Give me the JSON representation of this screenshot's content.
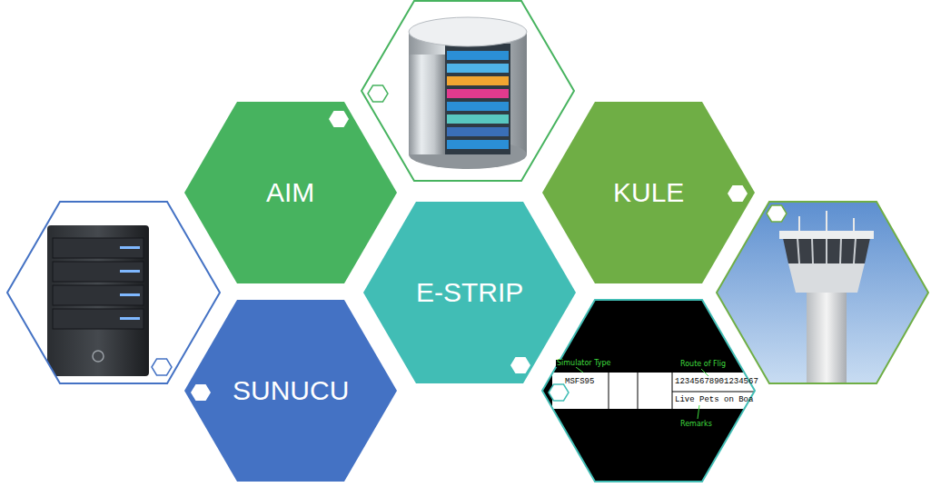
{
  "diagram": {
    "nodes": [
      {
        "text": [
          "AIM"
        ]
      },
      {
        "text": [
          "KULE"
        ]
      },
      {
        "text": [
          "E-STRIP"
        ]
      },
      {
        "text": [
          "SUNUCU"
        ]
      }
    ],
    "labels": [
      "Simulator Type",
      "Route of Flig",
      "MSFS95",
      "12345678901234567",
      "Live Pets on Boa",
      "Remarks"
    ]
  }
}
